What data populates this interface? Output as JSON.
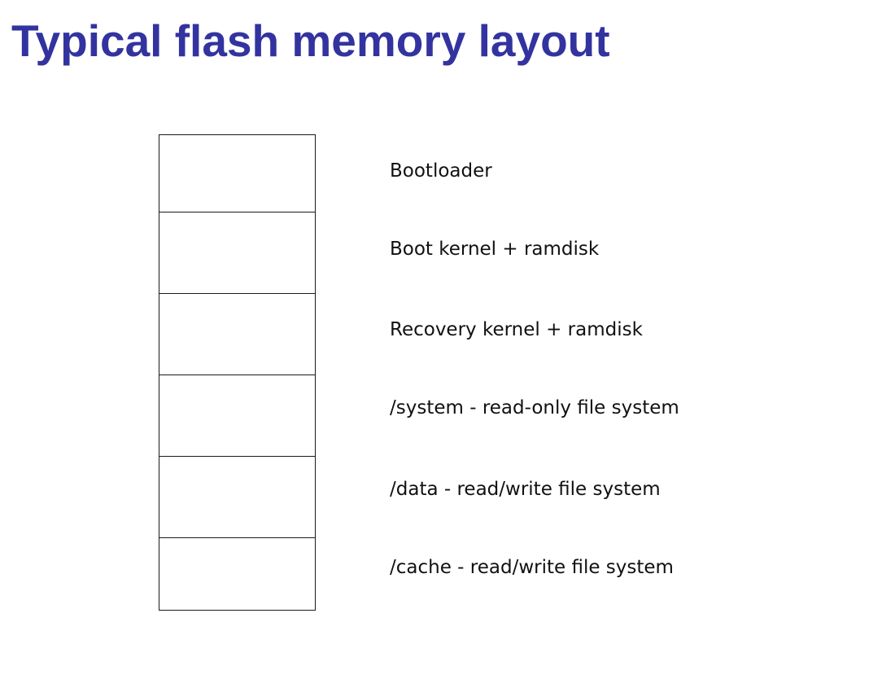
{
  "title": "Typical flash memory layout",
  "partitions": [
    {
      "label": "Bootloader"
    },
    {
      "label": "Boot kernel + ramdisk"
    },
    {
      "label": "Recovery kernel + ramdisk"
    },
    {
      "label": "/system - read-only file system"
    },
    {
      "label": "/data - read/write file system"
    },
    {
      "label": "/cache - read/write file system"
    }
  ],
  "colors": {
    "title": "#3333a0",
    "text": "#111111",
    "line": "#1a1a1a",
    "background": "#ffffff"
  }
}
